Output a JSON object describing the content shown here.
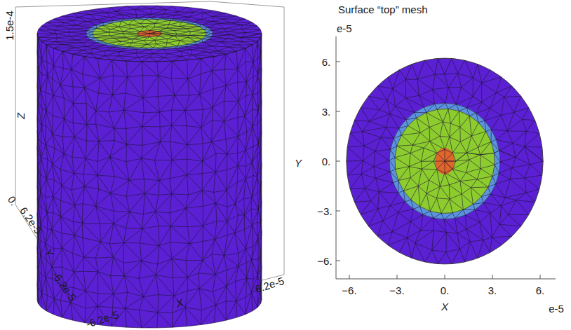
{
  "diagram": {
    "labels": [
      "1.5e-4",
      "Z",
      "0.",
      "6.2e-5",
      "Y",
      "-6.2e-5",
      "6.2e-5",
      "X",
      "-6.2e-5",
      "Surface “top” mesh",
      "e-5",
      "6.",
      "3.",
      "0.",
      "−3.",
      "−6.",
      "Y",
      "−6.",
      "−3.",
      "0.",
      "3.",
      "6.",
      "X",
      "e-5"
    ]
  }
}
